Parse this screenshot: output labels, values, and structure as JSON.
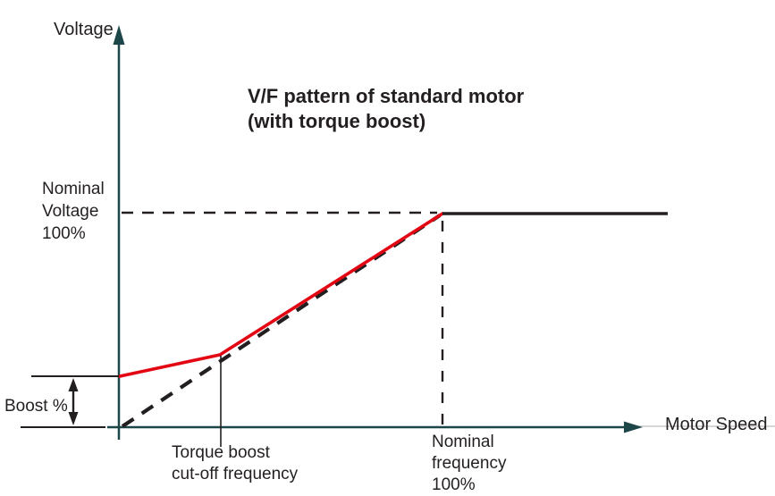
{
  "colors": {
    "axis": "#1d4649",
    "curve_red": "#e30613",
    "line_black": "#231f20",
    "text": "#231f20",
    "faint_line": "#c9c9c9"
  },
  "labels": {
    "y_axis": "Voltage",
    "x_axis": "Motor Speed",
    "title": "V/F pattern of standard motor\n(with torque boost)",
    "nominal_voltage": "Nominal\nVoltage\n100%",
    "boost": "Boost %",
    "cutoff": "Torque boost\ncut-off frequency",
    "nominal_frequency": "Nominal\nfrequency\n100%"
  },
  "chart_data": {
    "type": "line",
    "title": "V/F pattern of standard motor (with torque boost)",
    "xlabel": "Motor Speed",
    "ylabel": "Voltage",
    "x_unit": "percent of nominal frequency",
    "y_unit": "percent of nominal voltage",
    "xlim": [
      0,
      170
    ],
    "ylim": [
      0,
      120
    ],
    "grid": false,
    "legend": "none",
    "series": [
      {
        "name": "V/F curve with torque boost",
        "color": "#e30613",
        "style": "solid",
        "x": [
          0,
          31,
          100
        ],
        "y": [
          24,
          33,
          100
        ]
      },
      {
        "name": "Constant voltage above nominal frequency",
        "color": "#231f20",
        "style": "solid",
        "x": [
          100,
          170
        ],
        "y": [
          100,
          100
        ]
      },
      {
        "name": "Linear V/F reference (no boost)",
        "color": "#231f20",
        "style": "dashed",
        "x": [
          0,
          100
        ],
        "y": [
          0,
          100
        ]
      }
    ],
    "annotations": [
      {
        "text": "Nominal Voltage 100%",
        "target": "horizontal dashed guide at y = 100%"
      },
      {
        "text": "Boost %",
        "target": "vertical double arrow from y = 0 to y = 24% at x = 0"
      },
      {
        "text": "Torque boost cut-off frequency",
        "target": "vertical marker at x = 31%"
      },
      {
        "text": "Nominal frequency 100%",
        "target": "vertical dashed guide at x = 100%"
      }
    ]
  }
}
